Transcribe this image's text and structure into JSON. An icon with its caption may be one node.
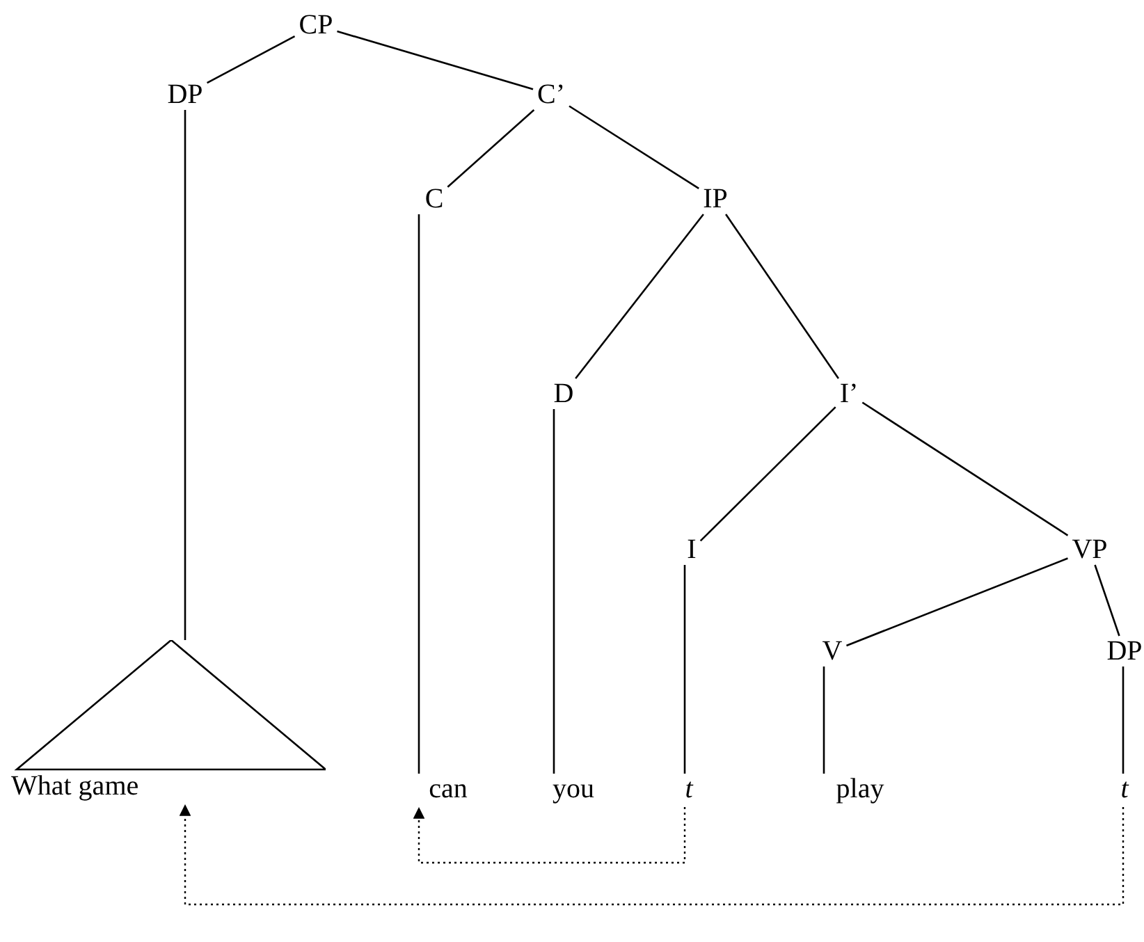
{
  "diagram": {
    "nodes": [
      {
        "text": [
          "CP"
        ]
      },
      {
        "text": [
          "DP"
        ]
      },
      {
        "text": [
          "C’"
        ]
      },
      {
        "text": [
          "C"
        ]
      },
      {
        "text": [
          "IP"
        ]
      },
      {
        "text": [
          "D"
        ]
      },
      {
        "text": [
          "I’"
        ]
      },
      {
        "text": [
          "I"
        ]
      },
      {
        "text": [
          "VP"
        ]
      },
      {
        "text": [
          "V"
        ]
      },
      {
        "text": [
          "DP"
        ]
      },
      {
        "text": [
          "What game"
        ]
      },
      {
        "text": [
          "can"
        ]
      },
      {
        "text": [
          "you"
        ]
      },
      {
        "text": [
          "t"
        ]
      },
      {
        "text": [
          "play"
        ]
      },
      {
        "text": [
          "t"
        ]
      }
    ],
    "edges": [
      {
        "from": 0,
        "to": 1,
        "arrow": "none"
      },
      {
        "from": 0,
        "to": 2,
        "arrow": "none"
      },
      {
        "from": 2,
        "to": 3,
        "arrow": "none"
      },
      {
        "from": 2,
        "to": 4,
        "arrow": "none"
      },
      {
        "from": 4,
        "to": 5,
        "arrow": "none"
      },
      {
        "from": 4,
        "to": 6,
        "arrow": "none"
      },
      {
        "from": 6,
        "to": 7,
        "arrow": "none"
      },
      {
        "from": 6,
        "to": 8,
        "arrow": "none"
      },
      {
        "from": 8,
        "to": 9,
        "arrow": "none"
      },
      {
        "from": 8,
        "to": 10,
        "arrow": "none"
      },
      {
        "from": 1,
        "to": 11,
        "arrow": "none"
      },
      {
        "from": 3,
        "to": 12,
        "arrow": "none"
      },
      {
        "from": 5,
        "to": 13,
        "arrow": "none"
      },
      {
        "from": 7,
        "to": 14,
        "arrow": "none"
      },
      {
        "from": 9,
        "to": 15,
        "arrow": "none"
      },
      {
        "from": 10,
        "to": 16,
        "arrow": "none"
      },
      {
        "from": 14,
        "to": 12,
        "arrow": "to",
        "style": "dashed"
      },
      {
        "from": 16,
        "to": 11,
        "arrow": "to",
        "style": "dashed"
      }
    ]
  }
}
